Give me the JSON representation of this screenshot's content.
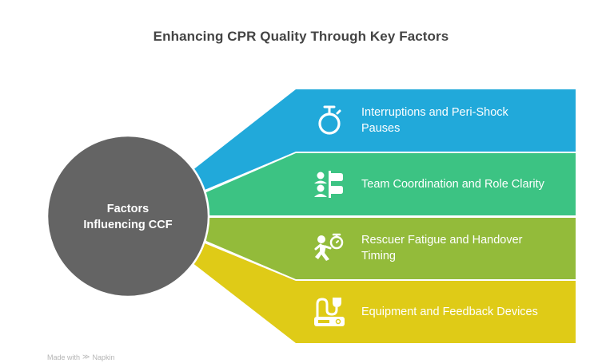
{
  "title": "Enhancing CPR Quality Through Key Factors",
  "hub": {
    "line1": "Factors",
    "line2": "Influencing CCF",
    "color": "#646464"
  },
  "items": [
    {
      "label": "Interruptions and Peri-Shock Pauses",
      "icon": "stopwatch-icon",
      "color": "#21a9da"
    },
    {
      "label": "Team Coordination and Role Clarity",
      "icon": "team-roles-icon",
      "color": "#3cc383"
    },
    {
      "label": "Rescuer Fatigue and Handover Timing",
      "icon": "runner-timer-icon",
      "color": "#93bb3a"
    },
    {
      "label": "Equipment and Feedback Devices",
      "icon": "device-icon",
      "color": "#dfcb17"
    }
  ],
  "footer": {
    "made_with": "Made with",
    "brand": "Napkin"
  }
}
